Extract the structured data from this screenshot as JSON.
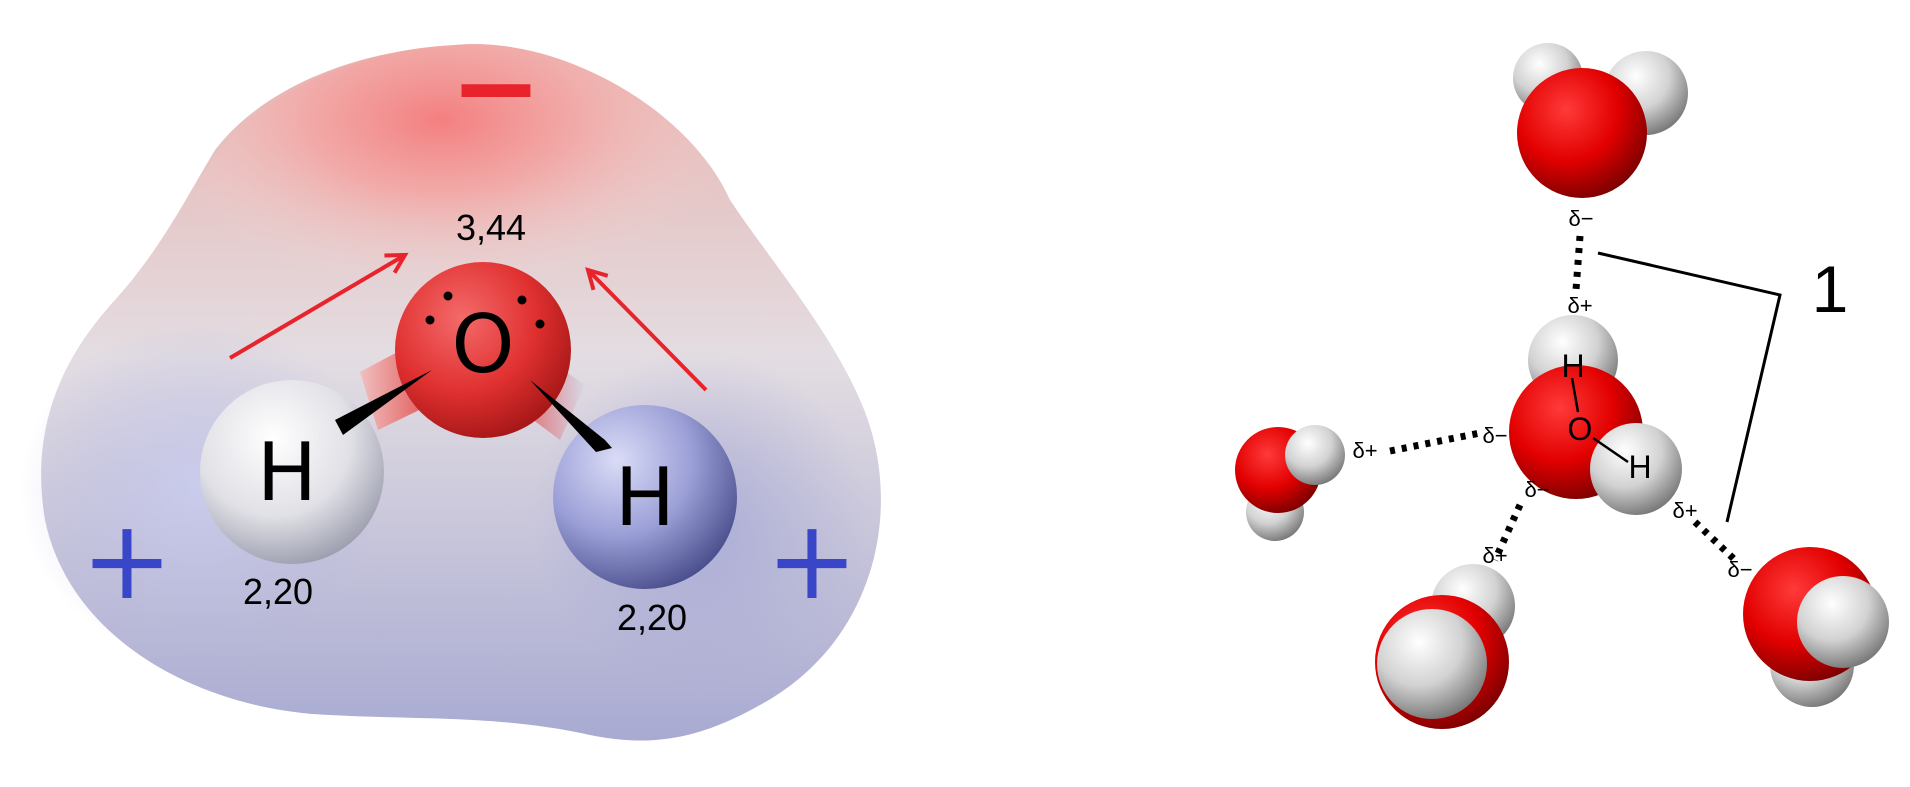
{
  "left_panel": {
    "charge_negative": "−",
    "charge_positive_left": "+",
    "charge_positive_right": "+",
    "oxygen_label": "O",
    "hydrogen_left_label": "H",
    "hydrogen_right_label": "H",
    "oxygen_electronegativity": "3,44",
    "hydrogen_left_electronegativity": "2,20",
    "hydrogen_right_electronegativity": "2,20"
  },
  "right_panel": {
    "hbond_label": "1",
    "center_oxygen_label": "O",
    "center_h_top_label": "H",
    "center_h_right_label": "H",
    "partial_charges": {
      "top_donor_minus": "δ−",
      "top_acceptor_plus": "δ+",
      "left_plus": "δ+",
      "left_minus": "δ−",
      "bottom_minus": "δ−",
      "bottom_plus": "δ+",
      "right_plus": "δ+",
      "right_minus": "δ−"
    }
  },
  "colors": {
    "oxygen": "#e0121a",
    "hydrogen": "#d8d8d8",
    "negative_region": "#f08080",
    "positive_region": "#a6a8dc",
    "charge_negative": "#e8232b",
    "charge_positive": "#3a46c8",
    "dipole_arrow": "#e8232b"
  }
}
